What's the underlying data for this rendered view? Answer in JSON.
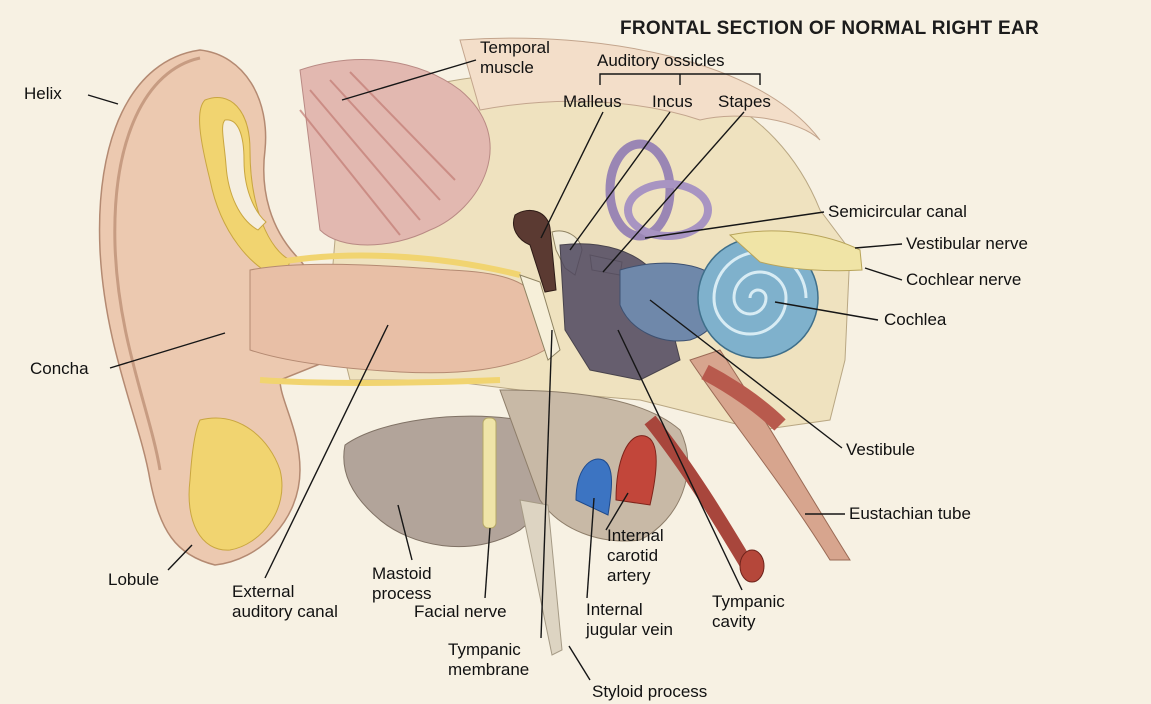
{
  "title": "FRONTAL SECTION OF NORMAL RIGHT EAR",
  "labels": {
    "helix": "Helix",
    "temporal_muscle": "Temporal\nmuscle",
    "auditory_ossicles": "Auditory ossicles",
    "malleus": "Malleus",
    "incus": "Incus",
    "stapes": "Stapes",
    "semicircular_canal": "Semicircular canal",
    "vestibular_nerve": "Vestibular nerve",
    "cochlear_nerve": "Cochlear nerve",
    "cochlea": "Cochlea",
    "concha": "Concha",
    "vestibule": "Vestibule",
    "eustachian_tube": "Eustachian tube",
    "lobule": "Lobule",
    "external_auditory_canal": "External\nauditory canal",
    "mastoid_process": "Mastoid\nprocess",
    "facial_nerve": "Facial nerve",
    "tympanic_membrane": "Tympanic\nmembrane",
    "styloid_process": "Styloid process",
    "internal_carotid_artery": "Internal\ncarotid\nartery",
    "internal_jugular_vein": "Internal\njugular vein",
    "tympanic_cavity": "Tympanic\ncavity"
  },
  "colors": {
    "background": "#f7f1e3",
    "skin": "#ecc9b0",
    "bone": "#efe2bf",
    "fat": "#f1d470",
    "muscle": "#cf8e86",
    "cochlea": "#7fb1cc",
    "vein": "#3c74c2",
    "artery": "#c2463a"
  }
}
